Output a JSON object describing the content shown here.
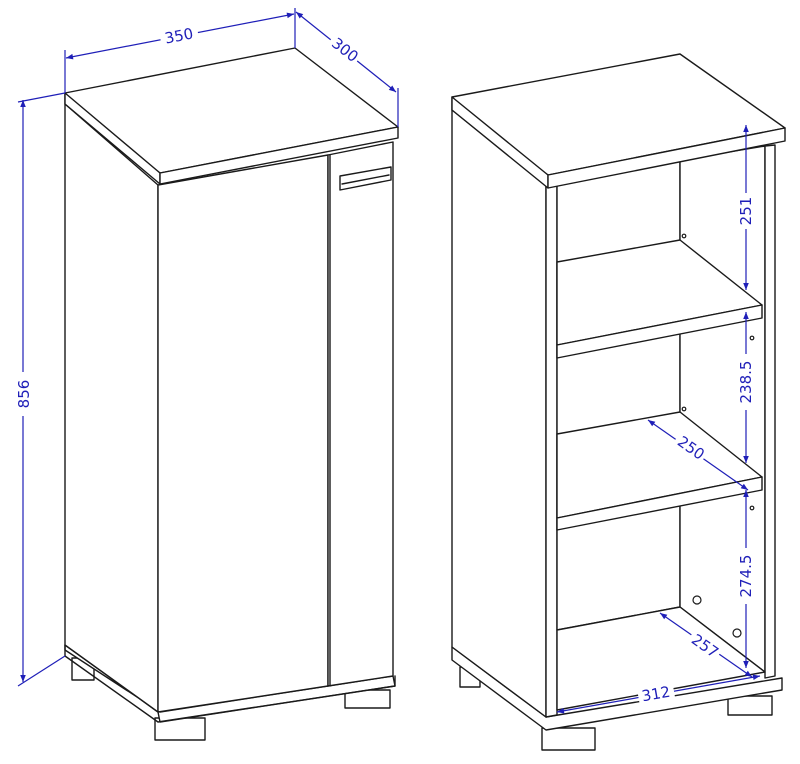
{
  "colors": {
    "outline": "#1a1a1a",
    "dimension": "#1f1fb8",
    "background": "#ffffff"
  },
  "left_view": {
    "dimensions": {
      "width": "350",
      "depth": "300",
      "height": "856"
    }
  },
  "right_view": {
    "dimensions": {
      "upper_gap": "251",
      "middle_gap": "238.5",
      "lower_gap": "274.5",
      "shelf_depth": "250",
      "bottom_depth": "257",
      "inner_width": "312"
    }
  }
}
